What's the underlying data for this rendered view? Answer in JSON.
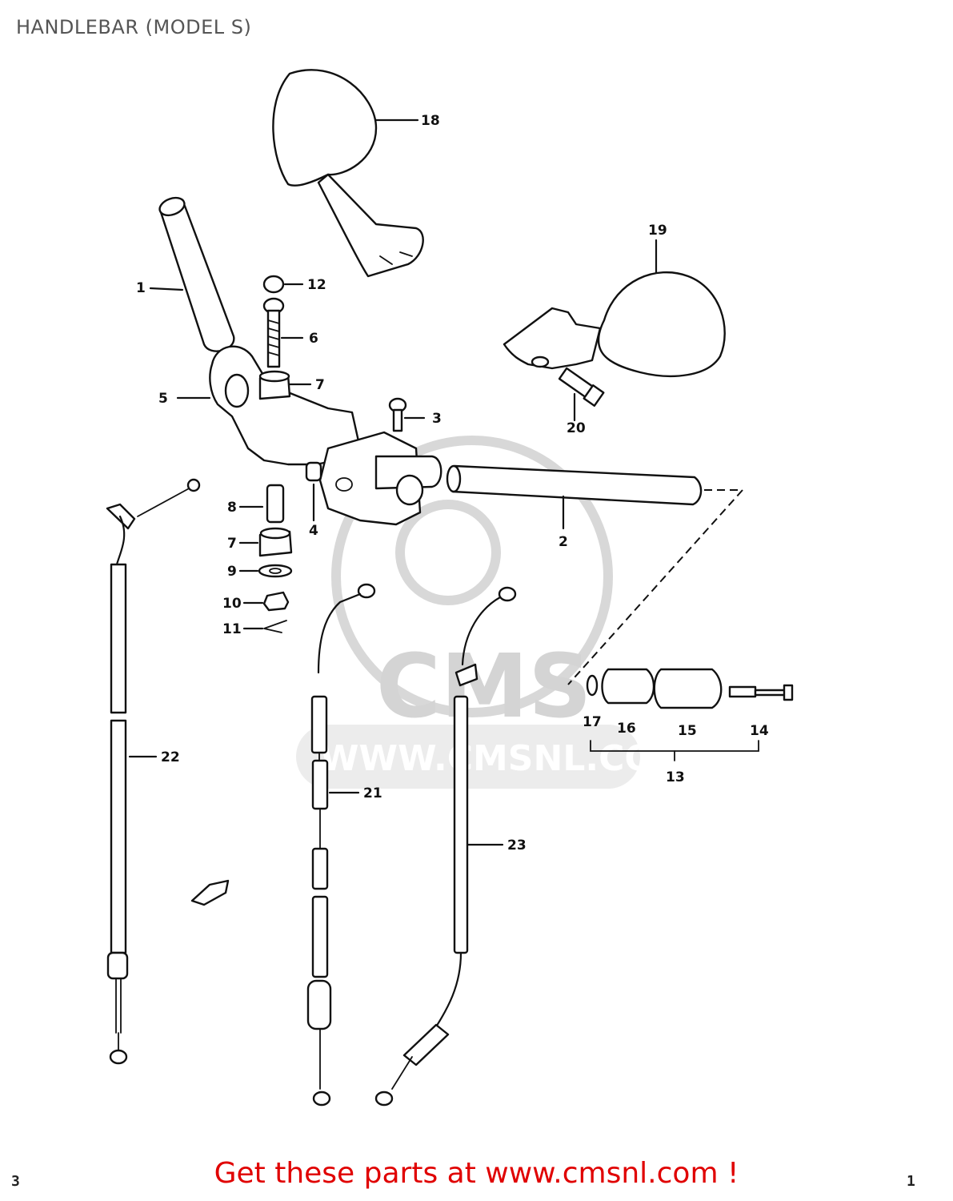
{
  "title": "HANDLEBAR (MODEL S)",
  "watermark": {
    "brand": "CMS",
    "url": "WWW.CMSNL.COM"
  },
  "callouts": {
    "c1": "1",
    "c2": "2",
    "c3": "3",
    "c4": "4",
    "c5": "5",
    "c6": "6",
    "c7a": "7",
    "c7b": "7",
    "c8": "8",
    "c9": "9",
    "c10": "10",
    "c11": "11",
    "c12": "12",
    "c13": "13",
    "c14": "14",
    "c15": "15",
    "c16": "16",
    "c17": "17",
    "c18": "18",
    "c19": "19",
    "c20": "20",
    "c21": "21",
    "c22": "22",
    "c23": "23"
  },
  "footer": {
    "link_text": "Get these parts at www.cmsnl.com !"
  },
  "page_marks": {
    "left": "3",
    "right": "1"
  },
  "colors": {
    "footer_link": "#e00000",
    "title": "#555555",
    "ink": "#111111",
    "watermark": "#d8d8d8"
  }
}
